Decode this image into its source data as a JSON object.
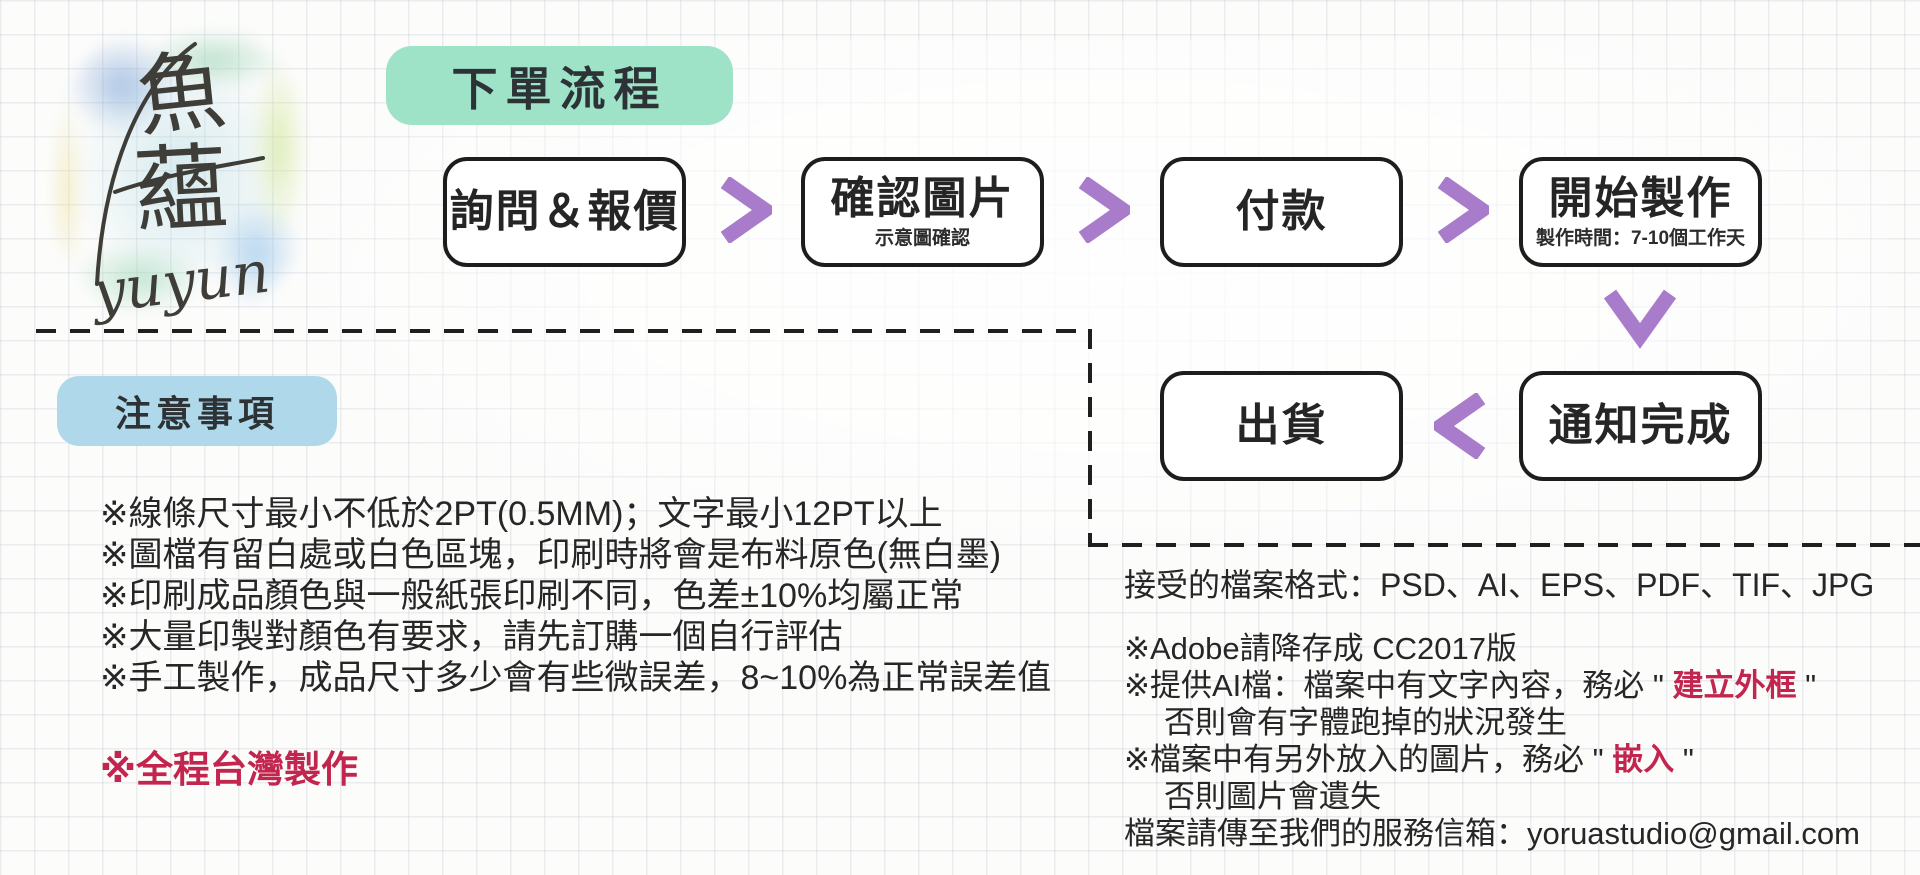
{
  "logo": {
    "character_top": "魚",
    "character_bottom": "蘊",
    "signature": "yuyun"
  },
  "flow": {
    "title": "下單流程",
    "steps": [
      {
        "label": "詢問＆報價",
        "sublabel": ""
      },
      {
        "label": "確認圖片",
        "sublabel": "示意圖確認"
      },
      {
        "label": "付款",
        "sublabel": ""
      },
      {
        "label": "開始製作",
        "sublabel": "製作時間：7-10個工作天"
      },
      {
        "label": "通知完成",
        "sublabel": ""
      },
      {
        "label": "出貨",
        "sublabel": ""
      }
    ]
  },
  "notes": {
    "title": "注意事項",
    "items": [
      "※線條尺寸最小不低於2PT(0.5MM)；文字最小12PT以上",
      "※圖檔有留白處或白色區塊，印刷時將會是布料原色(無白墨)",
      "※印刷成品顏色與一般紙張印刷不同，色差±10%均屬正常",
      "※大量印製對顏色有要求，請先訂購一個自行評估",
      "※手工製作，成品尺寸多少會有些微誤差，8~10%為正常誤差值"
    ],
    "highlight": "※全程台灣製作"
  },
  "file_info": {
    "formats_line": "接受的檔案格式：PSD、AI、EPS、PDF、TIF、JPG",
    "adobe_line": "※Adobe請降存成 CC2017版",
    "ai_line": {
      "prefix": "※提供AI檔：檔案中有文字內容，務必 \" ",
      "em": "建立外框",
      "suffix": " \""
    },
    "ai_note": "否則會有字體跑掉的狀況發生",
    "image_line": {
      "prefix": "※檔案中有另外放入的圖片，務必 \" ",
      "em": "嵌入",
      "suffix": " \""
    },
    "image_note": "否則圖片會遺失",
    "email_line": "檔案請傳至我們的服務信箱：yoruastudio@gmail.com"
  },
  "colors": {
    "green": "#9EE2C8",
    "blue": "#AFD8EA",
    "purple": "#A87CCB",
    "red": "#C2254E",
    "ink": "#222222"
  }
}
